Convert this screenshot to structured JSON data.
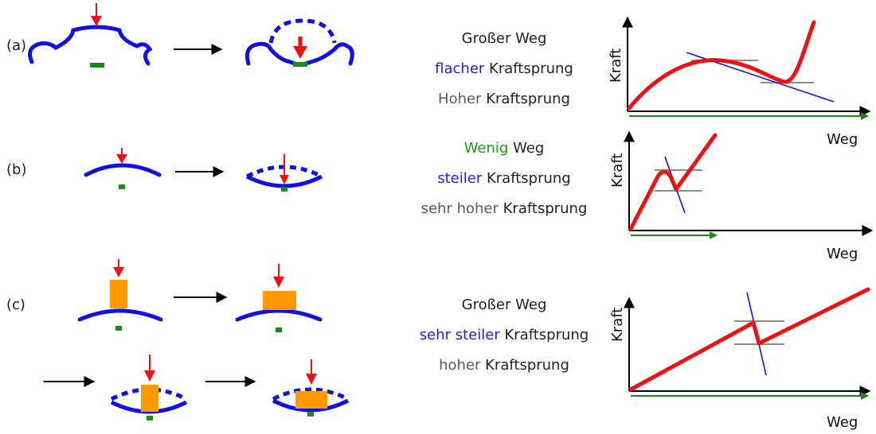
{
  "rows": [
    {
      "label": "(a)",
      "lines": [
        {
          "accent": "",
          "rest": "Großer Weg",
          "accent_color": ""
        },
        {
          "accent": "flacher",
          "rest": " Kraftsprung",
          "accent_color": "blue"
        },
        {
          "accent": "Hoher",
          "rest": " Kraftsprung",
          "accent_color": "gray"
        }
      ],
      "chart": {
        "ylabel": "Kraft",
        "xlabel": "Weg"
      }
    },
    {
      "label": "(b)",
      "lines": [
        {
          "accent": "Wenig",
          "rest": " Weg",
          "accent_color": "green"
        },
        {
          "accent": "steiler",
          "rest": " Kraftsprung",
          "accent_color": "blue"
        },
        {
          "accent": "sehr hoher",
          "rest": " Kraftsprung",
          "accent_color": "gray"
        }
      ],
      "chart": {
        "ylabel": "Kraft",
        "xlabel": "Weg"
      }
    },
    {
      "label": "(c)",
      "lines": [
        {
          "accent": "",
          "rest": "Großer Weg",
          "accent_color": ""
        },
        {
          "accent": "sehr steiler",
          "rest": " Kraftsprung",
          "accent_color": "blue"
        },
        {
          "accent": "hoher",
          "rest": " Kraftsprung",
          "accent_color": "gray"
        }
      ],
      "chart": {
        "ylabel": "Kraft",
        "xlabel": "Weg"
      }
    }
  ],
  "colors": {
    "membrane": "#1010e0",
    "force_arrow": "#ee1111",
    "contact": "#1a8a1a",
    "actuator": "#ff9900",
    "curve": "#ee1111",
    "tangent": "#1010e0",
    "level_line": "#8c8c8c",
    "travel_arrow": "#1a8a1a",
    "axis": "#000000"
  }
}
